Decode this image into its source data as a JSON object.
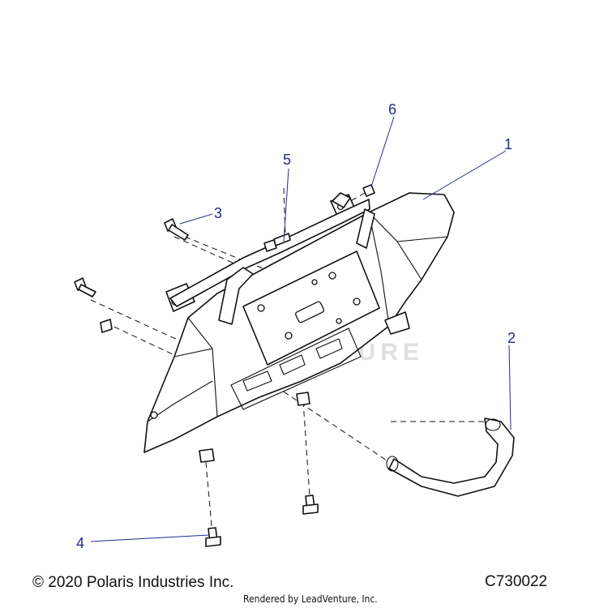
{
  "diagram": {
    "callouts": [
      "1",
      "2",
      "3",
      "4",
      "5",
      "6"
    ],
    "watermark": "LEADVENTURE"
  },
  "footer": {
    "copyright": "© 2020 Polaris Industries Inc.",
    "drawing_number": "C730022",
    "rendered_by": "Rendered by LeadVenture, Inc."
  }
}
